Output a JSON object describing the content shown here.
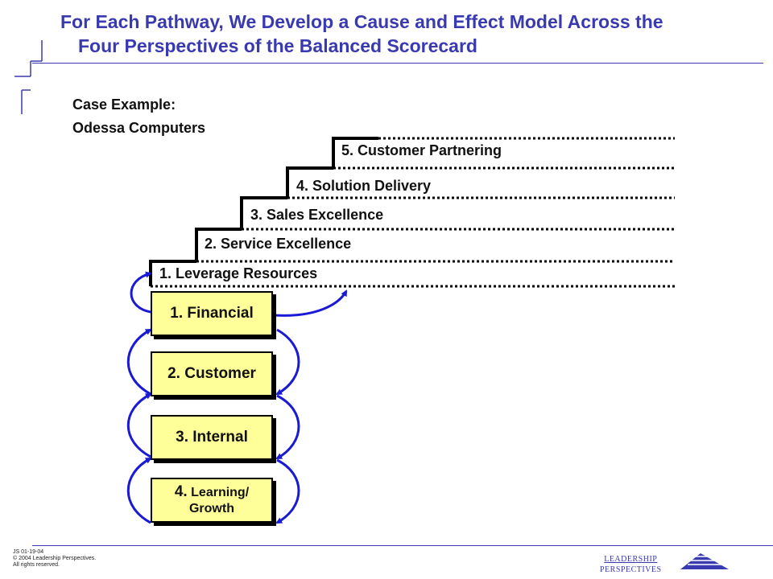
{
  "title": {
    "line1": "For Each Pathway, We Develop a Cause and Effect Model Across the",
    "line2": "Four Perspectives of the Balanced Scorecard"
  },
  "case_example": {
    "line1": "Case Example:",
    "line2": "Odessa Computers"
  },
  "pathways": [
    {
      "label": "1. Leverage Resources"
    },
    {
      "label": "2. Service Excellence"
    },
    {
      "label": "3. Sales Excellence"
    },
    {
      "label": "4. Solution Delivery"
    },
    {
      "label": "5. Customer Partnering"
    }
  ],
  "perspectives": [
    {
      "label": "1. Financial"
    },
    {
      "label": "2. Customer"
    },
    {
      "label": "3. Internal"
    },
    {
      "label_num": "4.",
      "label_a": "Learning/",
      "label_b": "Growth"
    }
  ],
  "footer": {
    "line1": "JS 01-19-04",
    "line2": "© 2004 Leadership Perspectives.",
    "line3": "All rights reserved.",
    "logo_line1": "LEADERSHIP",
    "logo_line2": "PERSPECTIVES"
  },
  "colors": {
    "title": "#3a3ab0",
    "arrows": "#1a1ad6",
    "box_fill": "#ffff99"
  }
}
